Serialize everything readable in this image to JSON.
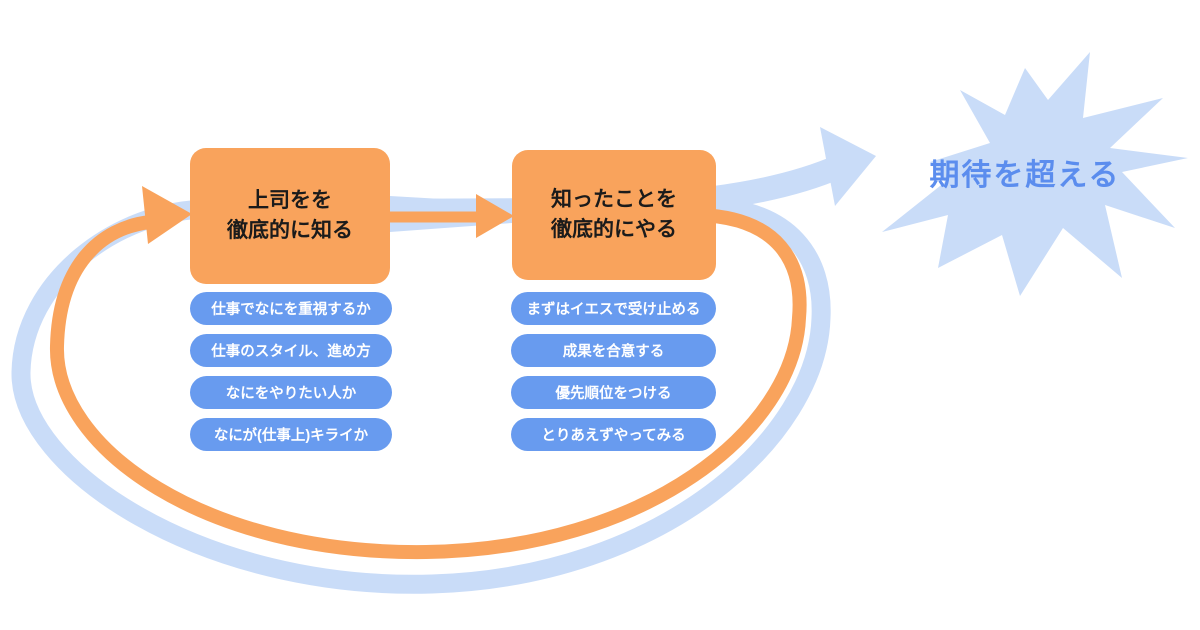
{
  "flow": {
    "steps": [
      {
        "title_line1": "上司をを",
        "title_line2": "徹底的に知る",
        "items": [
          "仕事でなにを重視するか",
          "仕事のスタイル、進め方",
          "なにをやりたい人か",
          "なにが(仕事上)キライか"
        ]
      },
      {
        "title_line1": "知ったことを",
        "title_line2": "徹底的にやる",
        "items": [
          "まずはイエスで受け止める",
          "成果を合意する",
          "優先順位をつける",
          "とりあえずやってみる"
        ]
      }
    ],
    "outcome_label": "期待を超える"
  },
  "colors": {
    "orange": "#F9A35C",
    "pill_blue": "#689BEF",
    "light_blue": "#C9DCF8",
    "outcome_text": "#5B8DEE"
  }
}
